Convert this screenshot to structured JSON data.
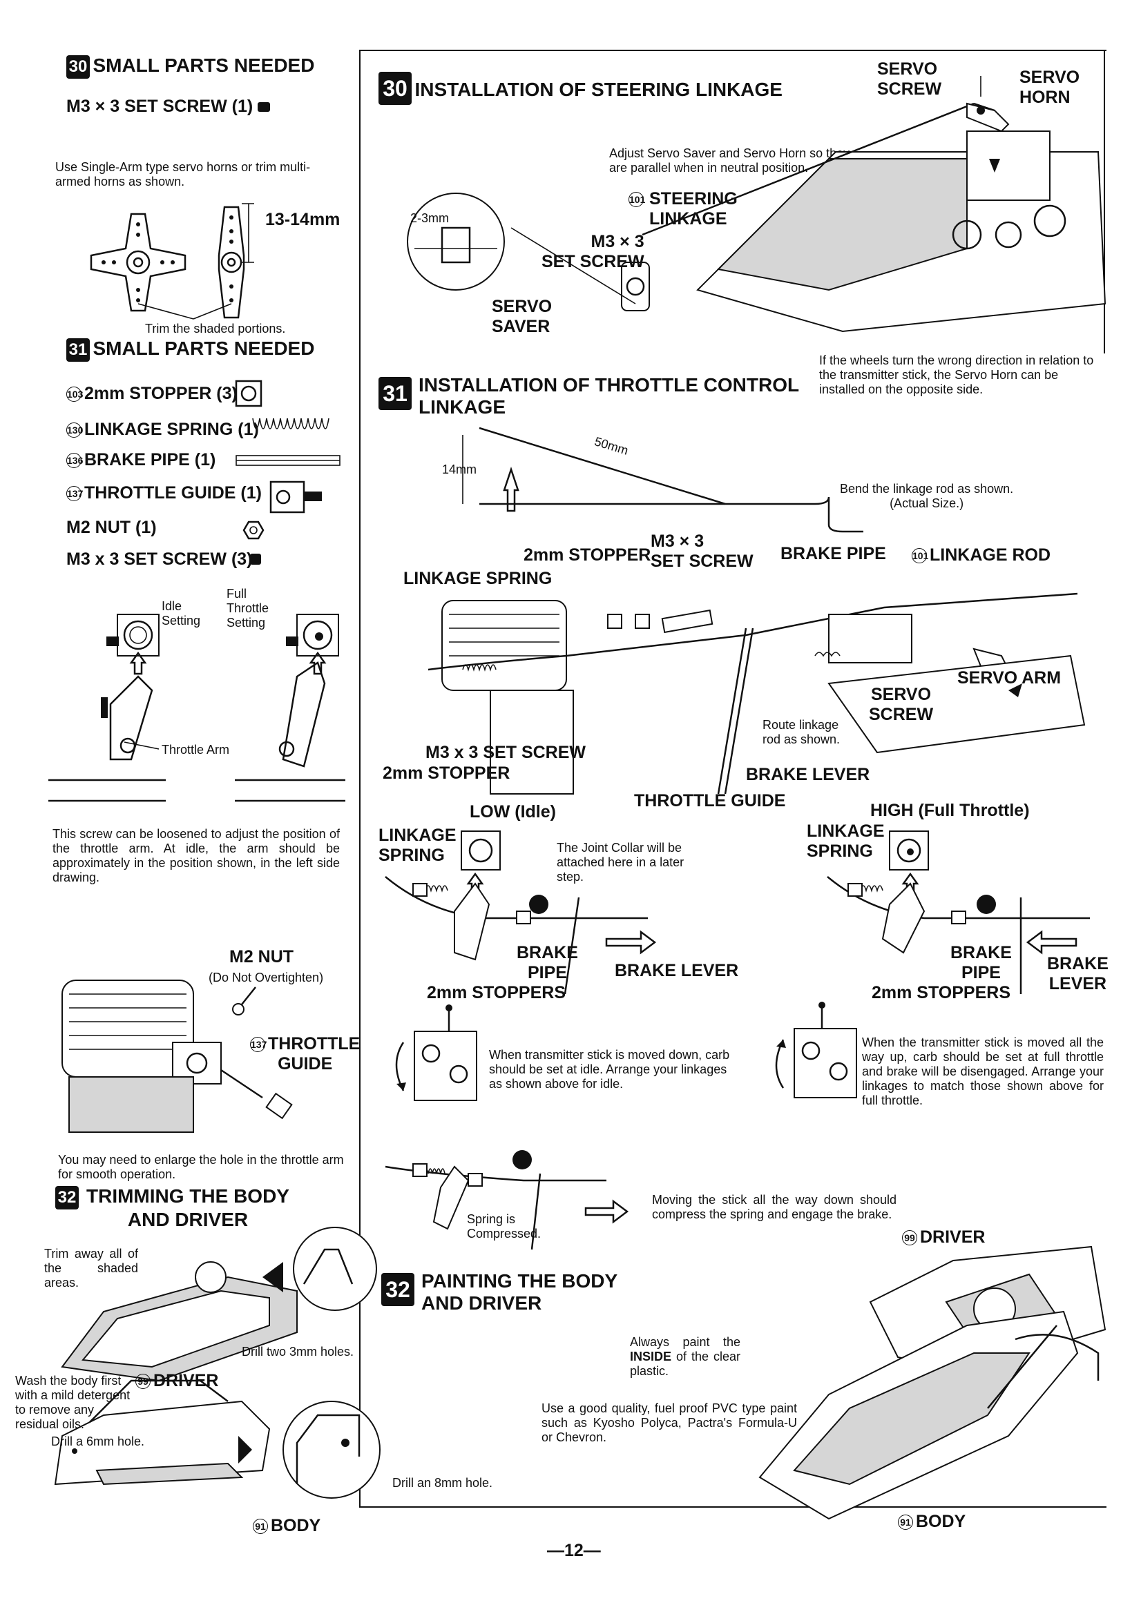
{
  "left": {
    "s30_parts": {
      "num": "30",
      "title": "SMALL PARTS NEEDED",
      "item": "M3 × 3 SET SCREW (1)"
    },
    "servo_note": "Use Single-Arm type servo horns or trim multi-armed horns as shown.",
    "dim_13_14": "13-14mm",
    "trim_note": "Trim the shaded portions.",
    "s31_parts": {
      "num": "31",
      "title": "SMALL PARTS NEEDED",
      "items": [
        {
          "no": "103",
          "label": "2mm STOPPER (3)"
        },
        {
          "no": "130",
          "label": "LINKAGE SPRING (1)"
        },
        {
          "no": "136",
          "label": "BRAKE PIPE (1)"
        },
        {
          "no": "137",
          "label": "THROTTLE GUIDE (1)"
        },
        {
          "no": "",
          "label": "M2 NUT (1)"
        },
        {
          "no": "",
          "label": "M3 x 3 SET SCREW (3)"
        }
      ]
    },
    "idle_setting": "Idle\nSetting",
    "full_throttle_setting": "Full\nThrottle\nSetting",
    "throttle_arm": "Throttle Arm",
    "screw_note": "This screw can be loosened to adjust the position of the throttle arm. At idle, the arm should be approximately in the position shown, in the left side drawing.",
    "m2_nut": "M2 NUT",
    "do_not_overtighten": "(Do Not Overtighten)",
    "throttle_guide_no": "137",
    "throttle_guide": "THROTTLE\nGUIDE",
    "enlarge_note": "You may need to enlarge the hole in the throttle arm for smooth operation.",
    "s32_trim": {
      "num": "32",
      "title": "TRIMMING THE BODY\nAND DRIVER"
    },
    "trim_away": "Trim away all of the shaded areas.",
    "drill_two": "Drill two 3mm holes.",
    "wash_note": "Wash the body first with a mild detergent to remove any residual oils.",
    "driver_no": "99",
    "driver": "DRIVER",
    "drill_6mm": "Drill a 6mm hole.",
    "body_no": "91",
    "body": "BODY"
  },
  "right": {
    "s30": {
      "num": "30",
      "title": "INSTALLATION OF STEERING LINKAGE"
    },
    "servo_screw": "SERVO\nSCREW",
    "servo_horn": "SERVO\nHORN",
    "adjust_note": "Adjust Servo Saver and Servo Horn so they are parallel when in neutral position.",
    "dim_2_3": "2-3mm",
    "steering_no": "101",
    "steering_linkage": "STEERING\nLINKAGE",
    "m3x3_set_screw": "M3 × 3\nSET SCREW",
    "servo_saver": "SERVO\nSAVER",
    "wheels_note": "If the wheels turn the wrong direction in relation to the transmitter stick, the Servo Horn can be installed on the opposite side.",
    "s31": {
      "num": "31",
      "title": "INSTALLATION OF THROTTLE CONTROL\nLINKAGE"
    },
    "dim_50": "50mm",
    "dim_14": "14mm",
    "bend_note": "Bend the linkage rod as shown.\n(Actual Size.)",
    "m3x3_top": "M3 × 3\nSET SCREW",
    "stopper_top": "2mm STOPPER",
    "brake_pipe": "BRAKE PIPE",
    "linkage_rod_no": "101",
    "linkage_rod": "LINKAGE ROD",
    "linkage_spring": "LINKAGE SPRING",
    "servo_arm": "SERVO ARM",
    "servo_screw2": "SERVO\nSCREW",
    "route_note": "Route linkage\nrod as shown.",
    "m3x3_bottom": "M3 x 3 SET SCREW",
    "stopper_bottom": "2mm STOPPER",
    "brake_lever": "BRAKE LEVER",
    "throttle_guide": "THROTTLE GUIDE",
    "low_idle": "LOW (Idle)",
    "high_full": "HIGH (Full Throttle)",
    "linkage_spring_l": "LINKAGE\nSPRING",
    "linkage_spring_r": "LINKAGE\nSPRING",
    "joint_collar": "The Joint Collar will be attached here in a later step.",
    "brake_pipe_l": "BRAKE\nPIPE",
    "brake_lever_l": "BRAKE LEVER",
    "stoppers_l": "2mm STOPPERS",
    "brake_pipe_r": "BRAKE\nPIPE",
    "brake_lever_r": "BRAKE\nLEVER",
    "stoppers_r": "2mm STOPPERS",
    "down_note": "When transmitter stick is moved down, carb should be set at idle. Arrange your linkages as shown above for idle.",
    "up_note": "When the transmitter stick is moved all the way up, carb should be set at full throttle and brake will be disengaged. Arrange your linkages to match those shown above for full throttle.",
    "spring_compressed": "Spring is\nCompressed.",
    "moving_note": "Moving the stick all the way down should compress the spring and engage the brake.",
    "driver_no": "99",
    "driver": "DRIVER",
    "s32": {
      "num": "32",
      "title": "PAINTING THE BODY\nAND DRIVER"
    },
    "inside_note_a": "Always paint the",
    "inside_word": "INSIDE",
    "inside_note_b": "of the clear plastic.",
    "paint_note": "Use a good quality, fuel proof PVC type paint such as Kyosho Polyca, Pactra's Formula-U or Chevron.",
    "drill_8mm": "Drill an 8mm hole.",
    "body_no": "91",
    "body": "BODY"
  },
  "page_number": "—12—"
}
